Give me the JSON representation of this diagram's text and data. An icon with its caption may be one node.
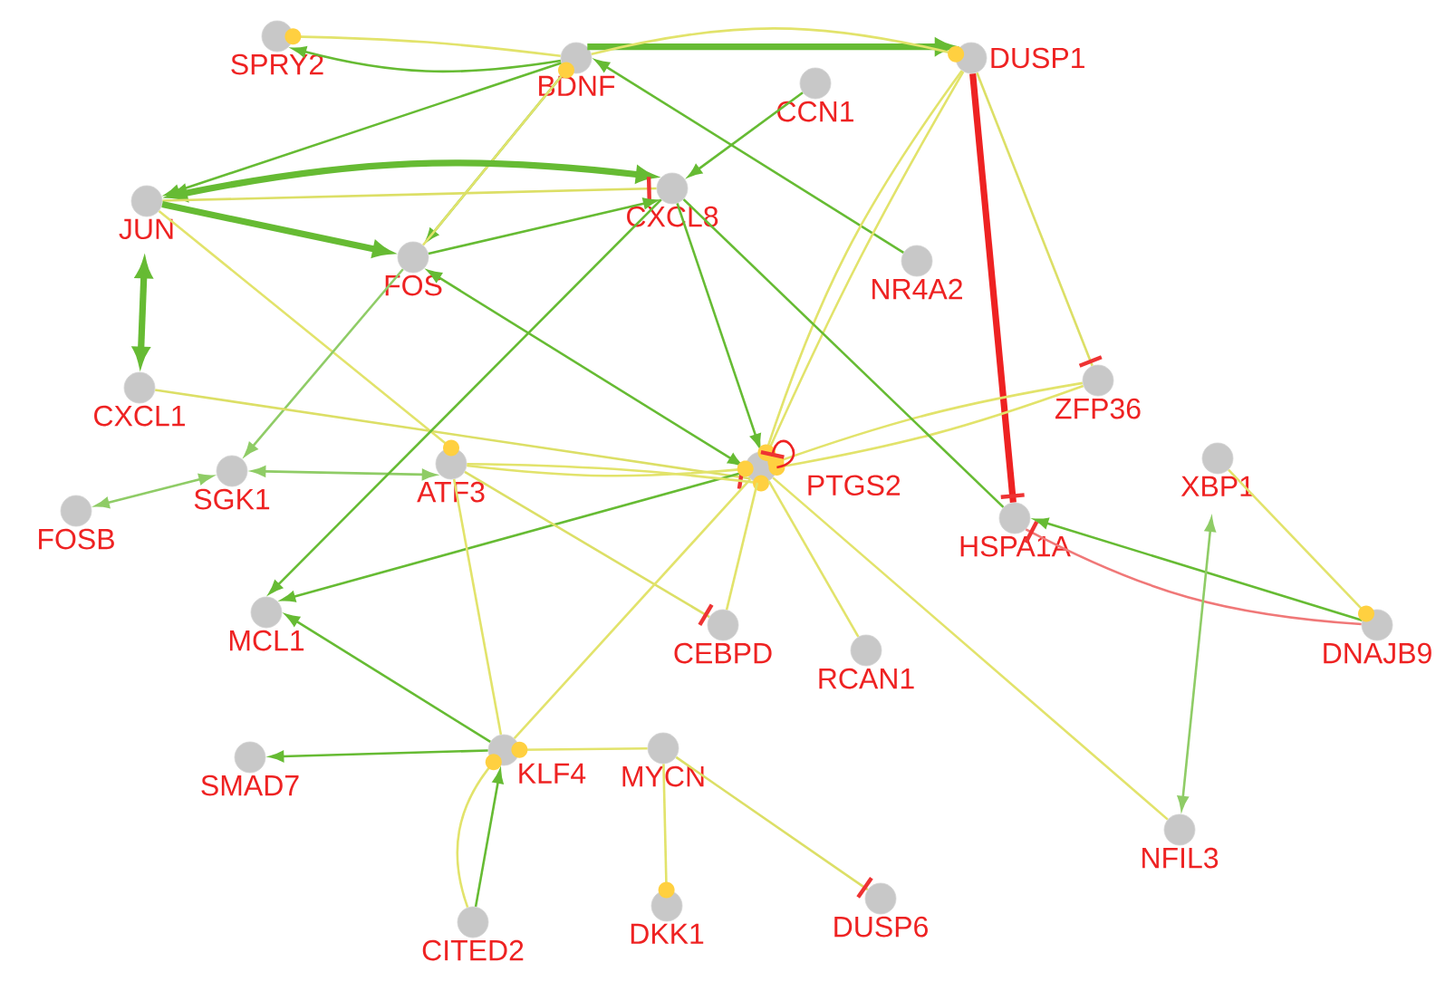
{
  "diagram": {
    "nodes": [
      {
        "text": [
          "SPRY2"
        ]
      },
      {
        "text": [
          "BDNF"
        ]
      },
      {
        "text": [
          "DUSP1"
        ]
      },
      {
        "text": [
          "CCN1"
        ]
      },
      {
        "text": [
          "JUN"
        ]
      },
      {
        "text": [
          "CXCL8"
        ]
      },
      {
        "text": [
          "FOS"
        ]
      },
      {
        "text": [
          "NR4A2"
        ]
      },
      {
        "text": [
          "CXCL1"
        ]
      },
      {
        "text": [
          "ZFP36"
        ]
      },
      {
        "text": [
          "SGK1"
        ]
      },
      {
        "text": [
          "ATF3"
        ]
      },
      {
        "text": [
          "PTGS2"
        ]
      },
      {
        "text": [
          "FOSB"
        ]
      },
      {
        "text": [
          "HSPA1A"
        ]
      },
      {
        "text": [
          "XBP1"
        ]
      },
      {
        "text": [
          "MCL1"
        ]
      },
      {
        "text": [
          "CEBPD"
        ]
      },
      {
        "text": [
          "RCAN1"
        ]
      },
      {
        "text": [
          "DNAJB9"
        ]
      },
      {
        "text": [
          "SMAD7"
        ]
      },
      {
        "text": [
          "KLF4"
        ]
      },
      {
        "text": [
          "MYCN"
        ]
      },
      {
        "text": [
          "DKK1"
        ]
      },
      {
        "text": [
          "NFIL3"
        ]
      },
      {
        "text": [
          "CITED2"
        ]
      },
      {
        "text": [
          "DUSP6"
        ]
      }
    ],
    "edges": [
      {
        "from": 1,
        "to": 0,
        "arrow": "to"
      },
      {
        "from": 1,
        "to": 0,
        "arrow": "other",
        "color": "#e2e36b"
      },
      {
        "from": 1,
        "to": 2,
        "arrow": "to",
        "style": "thick"
      },
      {
        "from": 1,
        "to": 2,
        "arrow": "other",
        "color": "#e2e36b"
      },
      {
        "from": 1,
        "to": 4,
        "arrow": "to"
      },
      {
        "from": 1,
        "to": 6,
        "arrow": "to"
      },
      {
        "from": 6,
        "to": 1,
        "arrow": "other",
        "color": "#e2e36b"
      },
      {
        "from": 7,
        "to": 1,
        "arrow": "to"
      },
      {
        "from": 3,
        "to": 5,
        "arrow": "to"
      },
      {
        "from": 4,
        "to": 5,
        "arrow": "both",
        "style": "thick"
      },
      {
        "from": 4,
        "to": 5,
        "arrow": "other",
        "color": "#dcdf66"
      },
      {
        "from": 4,
        "to": 6,
        "arrow": "to",
        "style": "thick"
      },
      {
        "from": 6,
        "to": 5,
        "arrow": "to"
      },
      {
        "from": 4,
        "to": 8,
        "arrow": "both",
        "style": "thick"
      },
      {
        "from": 4,
        "to": 11,
        "arrow": "other",
        "color": "#e2e36b"
      },
      {
        "from": 6,
        "to": 12,
        "arrow": "both"
      },
      {
        "from": 6,
        "to": 10,
        "arrow": "to",
        "color": "#8fcc66"
      },
      {
        "from": 8,
        "to": 12,
        "arrow": "other",
        "color": "#dcdf66"
      },
      {
        "from": 11,
        "to": 10,
        "arrow": "both",
        "color": "#8fcc66"
      },
      {
        "from": 10,
        "to": 13,
        "arrow": "both",
        "color": "#8fcc66"
      },
      {
        "from": 5,
        "to": 16,
        "arrow": "to"
      },
      {
        "from": 12,
        "to": 16,
        "arrow": "to"
      },
      {
        "from": 5,
        "to": 12,
        "arrow": "to"
      },
      {
        "from": 11,
        "to": 12,
        "arrow": "other",
        "color": "#e2e36b"
      },
      {
        "from": 11,
        "to": 12,
        "arrow": "other",
        "color": "#e2e36b"
      },
      {
        "from": 11,
        "to": 17,
        "arrow": "other",
        "color": "#dcdf66"
      },
      {
        "from": 11,
        "to": 21,
        "arrow": "none",
        "color": "#e2e36b"
      },
      {
        "from": 21,
        "to": 12,
        "arrow": "none",
        "color": "#e2e36b"
      },
      {
        "from": 21,
        "to": 16,
        "arrow": "to"
      },
      {
        "from": 21,
        "to": 20,
        "arrow": "to"
      },
      {
        "from": 25,
        "to": 21,
        "arrow": "to"
      },
      {
        "from": 25,
        "to": 21,
        "arrow": "other",
        "color": "#e2e36b"
      },
      {
        "from": 22,
        "to": 21,
        "arrow": "other",
        "color": "#e2e36b"
      },
      {
        "from": 22,
        "to": 23,
        "arrow": "other",
        "color": "#e2e36b"
      },
      {
        "from": 22,
        "to": 26,
        "arrow": "other",
        "color": "#dcdf66"
      },
      {
        "from": 12,
        "to": 17,
        "arrow": "none",
        "color": "#e2e36b"
      },
      {
        "from": 12,
        "to": 18,
        "arrow": "none",
        "color": "#e2e36b"
      },
      {
        "from": 12,
        "to": 24,
        "arrow": "none",
        "color": "#e2e36b"
      },
      {
        "from": 2,
        "to": 12,
        "arrow": "other",
        "color": "#e2e36b"
      },
      {
        "from": 2,
        "to": 12,
        "arrow": "other",
        "color": "#e2e36b"
      },
      {
        "from": 2,
        "to": 14,
        "arrow": "other",
        "style": "thick",
        "color": "#ee2222"
      },
      {
        "from": 2,
        "to": 9,
        "arrow": "other",
        "color": "#dcdf66"
      },
      {
        "from": 9,
        "to": 12,
        "arrow": "other",
        "color": "#e2e36b"
      },
      {
        "from": 9,
        "to": 12,
        "arrow": "other",
        "color": "#e2e36b"
      },
      {
        "from": 12,
        "to": 12,
        "arrow": "other",
        "color": "#ee2222"
      },
      {
        "from": 5,
        "to": 14,
        "arrow": "none"
      },
      {
        "from": 19,
        "to": 14,
        "arrow": "to"
      },
      {
        "from": 19,
        "to": 14,
        "arrow": "other",
        "color": "#f07878"
      },
      {
        "from": 15,
        "to": 19,
        "arrow": "other",
        "color": "#e2e36b"
      },
      {
        "from": 15,
        "to": 24,
        "arrow": "both",
        "color": "#8fcc66"
      }
    ]
  }
}
